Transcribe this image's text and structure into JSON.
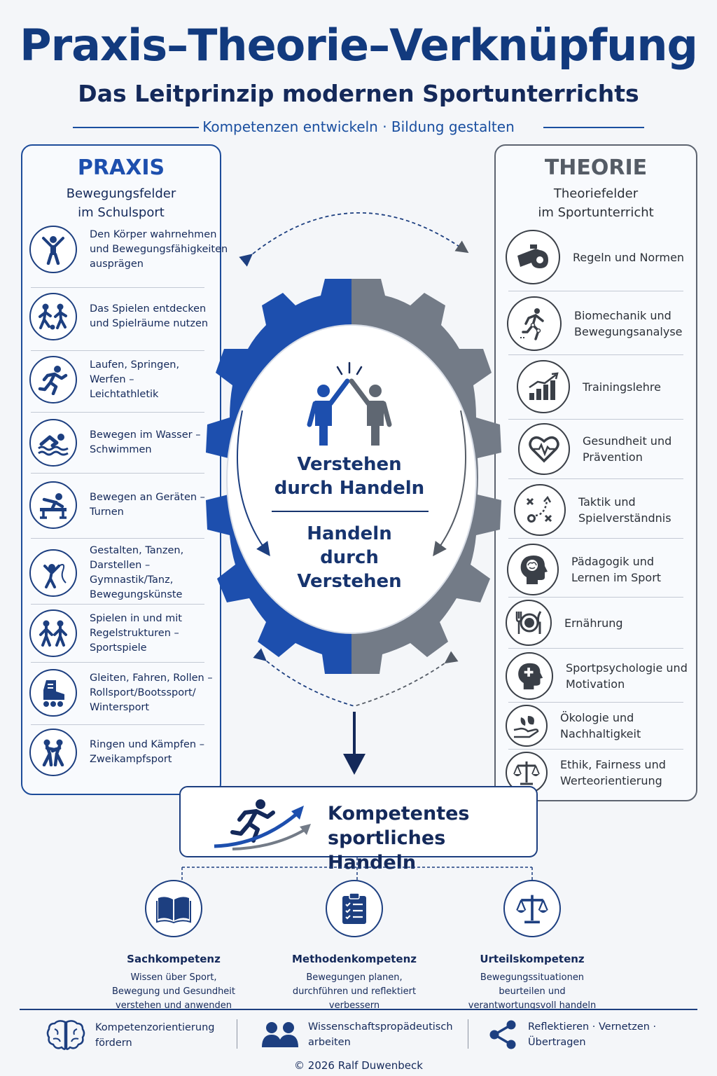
{
  "header": {
    "title": "Praxis–Theorie–Verknüpfung",
    "subtitle": "Das Leitprinzip modernen Sportunterrichts",
    "tagline": "Kompetenzen entwickeln · Bildung gestalten"
  },
  "praxis": {
    "title": "PRAXIS",
    "subtitle_line1": "Bewegungsfelder",
    "subtitle_line2": "im Schulsport",
    "items": [
      {
        "label": "Den Körper wahrnehmen\nund Bewegungsfähigkeiten\nausprägen",
        "icon": "person-arms-up-icon"
      },
      {
        "label": "Das Spielen entdecken\nund Spielräume nutzen",
        "icon": "football-players-icon"
      },
      {
        "label": "Laufen, Springen,\nWerfen –\nLeichtathletik",
        "icon": "runner-icon"
      },
      {
        "label": "Bewegen im Wasser –\nSchwimmen",
        "icon": "swimmer-icon"
      },
      {
        "label": "Bewegen an Geräten –\nTurnen",
        "icon": "gymnast-icon"
      },
      {
        "label": "Gestalten, Tanzen,\nDarstellen –\nGymnastik/Tanz,\nBewegungskünste",
        "icon": "dancer-ribbon-icon"
      },
      {
        "label": "Spielen in und mit\nRegelstrukturen –\nSportspiele",
        "icon": "team-players-icon"
      },
      {
        "label": "Gleiten, Fahren, Rollen –\nRollsport/Bootssport/\nWintersport",
        "icon": "inline-skate-icon"
      },
      {
        "label": "Ringen und Kämpfen –\nZweikampfsport",
        "icon": "wrestlers-icon"
      }
    ]
  },
  "theorie": {
    "title": "THEORIE",
    "subtitle_line1": "Theoriefelder",
    "subtitle_line2": "im Sportunterricht",
    "items": [
      {
        "label": "Regeln und Normen",
        "icon": "whistle-icon"
      },
      {
        "label": "Biomechanik und\nBewegungsanalyse",
        "icon": "motion-skeleton-icon"
      },
      {
        "label": "Trainingslehre",
        "icon": "growth-chart-icon"
      },
      {
        "label": "Gesundheit und\nPrävention",
        "icon": "heart-pulse-icon"
      },
      {
        "label": "Taktik und\nSpielverständnis",
        "icon": "tactics-board-icon"
      },
      {
        "label": "Pädagogik und\nLernen im Sport",
        "icon": "head-brain-icon"
      },
      {
        "label": "Ernährung",
        "icon": "plate-cutlery-icon"
      },
      {
        "label": "Sportpsychologie und\nMotivation",
        "icon": "head-plus-icon"
      },
      {
        "label": "Ökologie und\nNachhaltigkeit",
        "icon": "hand-leaf-icon"
      },
      {
        "label": "Ethik, Fairness und\nWerteorientierung",
        "icon": "scales-icon"
      }
    ]
  },
  "center": {
    "top_line1": "Verstehen",
    "top_line2": "durch Handeln",
    "bottom_line1": "Handeln",
    "bottom_line2": "durch Verstehen",
    "icon": "high-five-icon"
  },
  "result": {
    "label_line1": "Kompetentes",
    "label_line2": "sportliches Handeln",
    "icon": "runner-arrow-icon"
  },
  "competences": [
    {
      "title": "Sachkompetenz",
      "desc": "Wissen über Sport,\nBewegung und Gesundheit\nverstehen und anwenden",
      "icon": "book-icon"
    },
    {
      "title": "Methodenkompetenz",
      "desc": "Bewegungen planen,\ndurchführen und reflektiert\nverbessern",
      "icon": "clipboard-checklist-icon"
    },
    {
      "title": "Urteilskompetenz",
      "desc": "Bewegungssituationen\nbeurteilen und\nverantwortungsvoll handeln",
      "icon": "scales-icon"
    }
  ],
  "footer": {
    "items": [
      {
        "label": "Kompetenzorientierung\nfördern",
        "icon": "brain-icon"
      },
      {
        "label": "Wissenschaftspropädeutisch\narbeiten",
        "icon": "people-icon"
      },
      {
        "label": "Reflektieren · Vernetzen ·\nÜbertragen",
        "icon": "share-network-icon"
      }
    ],
    "copyright": "© 2026 Ralf Duwenbeck"
  },
  "colors": {
    "praxis_blue": "#1d4fae",
    "theorie_grey": "#6f7783",
    "navy": "#14295a",
    "background": "#f4f6f9"
  }
}
